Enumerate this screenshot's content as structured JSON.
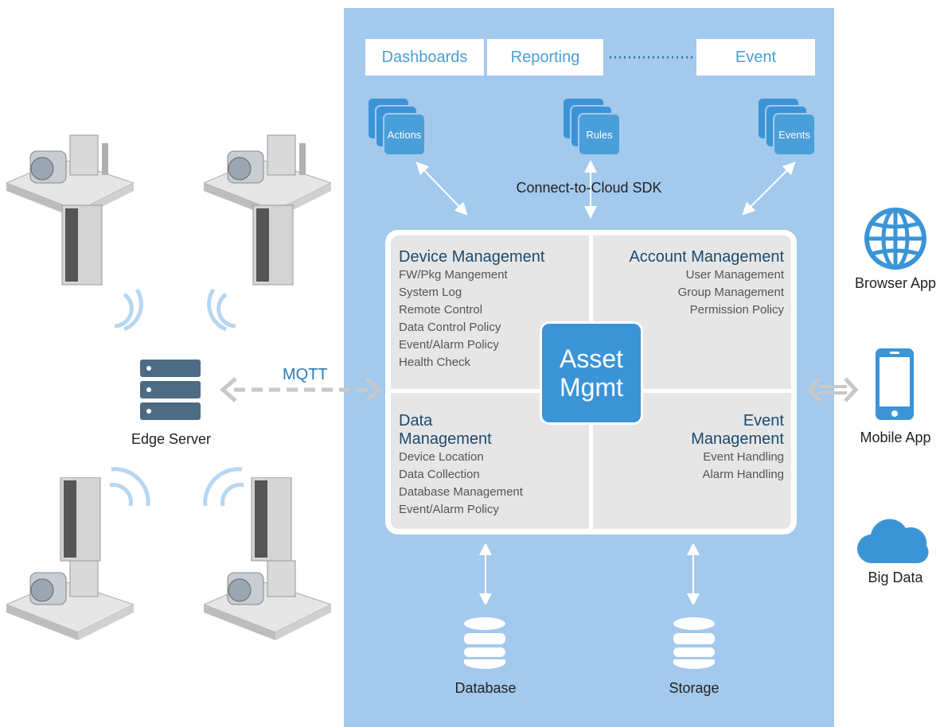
{
  "top_bar": {
    "dashboards": "Dashboards",
    "reporting": "Reporting",
    "event": "Event"
  },
  "stacks": {
    "actions": "Actions",
    "rules": "Rules",
    "events": "Events"
  },
  "sdk_label": "Connect-to-Cloud SDK",
  "device_management": {
    "title": "Device Management",
    "items": [
      "FW/Pkg Mangement",
      "System Log",
      "Remote Control",
      "Data Control Policy",
      "Event/Alarm Policy",
      "Health Check"
    ]
  },
  "account_management": {
    "title": "Account Management",
    "items": [
      "User Management",
      "Group Management",
      "Permission Policy"
    ]
  },
  "data_management": {
    "title_line1": "Data",
    "title_line2": "Management",
    "items": [
      "Device Location",
      "Data Collection",
      "Database Management",
      "Event/Alarm Policy"
    ]
  },
  "event_management": {
    "title_line1": "Event",
    "title_line2": "Management",
    "items": [
      "Event Handling",
      "Alarm Handling"
    ]
  },
  "asset": {
    "line1": "Asset",
    "line2": "Mgmt"
  },
  "storage": {
    "database": "Database",
    "storage": "Storage"
  },
  "protocol_label": "MQTT",
  "edge_server_label": "Edge Server",
  "clients": {
    "browser": "Browser App",
    "mobile": "Mobile App",
    "bigdata": "Big Data"
  },
  "colors": {
    "panel": "#a3c9ec",
    "accent": "#3b94d6",
    "text_blue": "#4a9fd8",
    "server": "#4e6b84"
  },
  "icons": [
    "globe-icon",
    "smartphone-icon",
    "cloud-icon",
    "server-icon",
    "database-icon",
    "storage-icon",
    "wifi-icon",
    "compressor-device"
  ]
}
